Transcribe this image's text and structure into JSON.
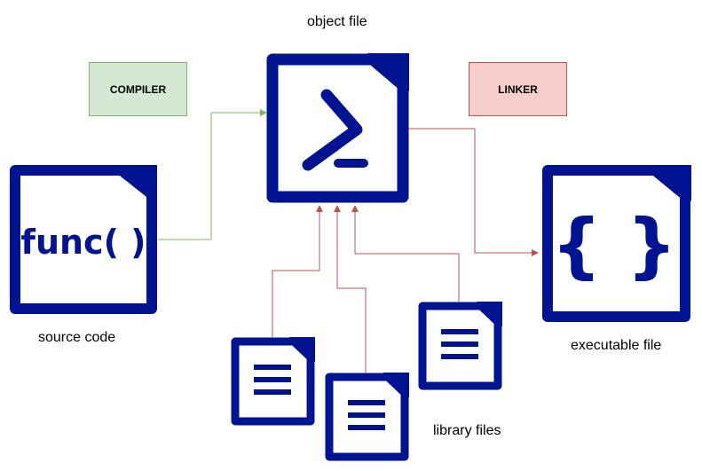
{
  "labels": {
    "object_file": "object file",
    "source_code": "source code",
    "executable_file": "executable file",
    "library_files": "library files"
  },
  "stages": {
    "compiler": "COMPILER",
    "linker": "LINKER"
  },
  "icons": {
    "source_code": {
      "name": "source-code-file-icon",
      "glyph": "func( )"
    },
    "object_file": {
      "name": "terminal-file-icon"
    },
    "executable_file": {
      "name": "braces-file-icon",
      "glyph": "{ }"
    },
    "library_file": {
      "name": "document-file-icon"
    }
  },
  "colors": {
    "icon": "#001391",
    "compiler_fill": "#d5e8d4",
    "compiler_border": "#82b366",
    "compiler_arrow": "#82b366",
    "linker_fill": "#f8cecc",
    "linker_border": "#b85450",
    "linker_arrow": "#b85450"
  }
}
